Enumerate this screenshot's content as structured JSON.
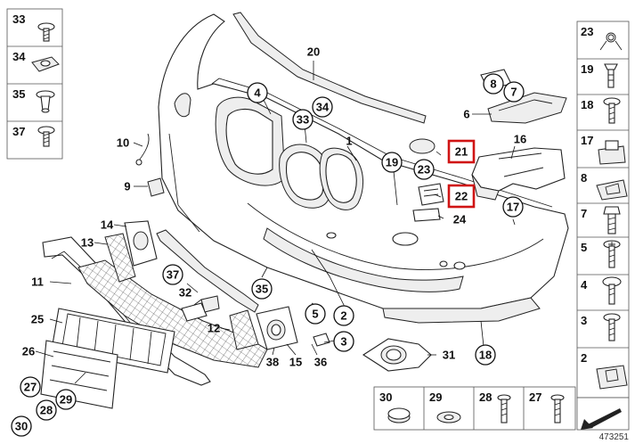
{
  "diagram": {
    "catalog_number": "473251",
    "callouts": [
      {
        "id": "c1",
        "text": "1",
        "circled": false,
        "highlight": false
      },
      {
        "id": "c2",
        "text": "2",
        "circled": true,
        "highlight": false
      },
      {
        "id": "c3",
        "text": "3",
        "circled": true,
        "highlight": false
      },
      {
        "id": "c4",
        "text": "4",
        "circled": true,
        "highlight": false
      },
      {
        "id": "c5",
        "text": "5",
        "circled": true,
        "highlight": false
      },
      {
        "id": "c6",
        "text": "6",
        "circled": false,
        "highlight": false
      },
      {
        "id": "c7",
        "text": "7",
        "circled": true,
        "highlight": false
      },
      {
        "id": "c8",
        "text": "8",
        "circled": true,
        "highlight": false
      },
      {
        "id": "c9",
        "text": "9",
        "circled": false,
        "highlight": false
      },
      {
        "id": "c10",
        "text": "10",
        "circled": false,
        "highlight": false
      },
      {
        "id": "c11",
        "text": "11",
        "circled": false,
        "highlight": false
      },
      {
        "id": "c12",
        "text": "12",
        "circled": false,
        "highlight": false
      },
      {
        "id": "c13",
        "text": "13",
        "circled": false,
        "highlight": false
      },
      {
        "id": "c14",
        "text": "14",
        "circled": false,
        "highlight": false
      },
      {
        "id": "c15",
        "text": "15",
        "circled": false,
        "highlight": false
      },
      {
        "id": "c16",
        "text": "16",
        "circled": false,
        "highlight": false
      },
      {
        "id": "c17",
        "text": "17",
        "circled": true,
        "highlight": false
      },
      {
        "id": "c18",
        "text": "18",
        "circled": true,
        "highlight": false
      },
      {
        "id": "c19",
        "text": "19",
        "circled": true,
        "highlight": false
      },
      {
        "id": "c20",
        "text": "20",
        "circled": false,
        "highlight": false
      },
      {
        "id": "c21",
        "text": "21",
        "circled": false,
        "highlight": true
      },
      {
        "id": "c22",
        "text": "22",
        "circled": false,
        "highlight": true
      },
      {
        "id": "c23",
        "text": "23",
        "circled": true,
        "highlight": false
      },
      {
        "id": "c24",
        "text": "24",
        "circled": false,
        "highlight": false
      },
      {
        "id": "c25",
        "text": "25",
        "circled": false,
        "highlight": false
      },
      {
        "id": "c26",
        "text": "26",
        "circled": false,
        "highlight": false
      },
      {
        "id": "c27",
        "text": "27",
        "circled": true,
        "highlight": false
      },
      {
        "id": "c28",
        "text": "28",
        "circled": true,
        "highlight": false
      },
      {
        "id": "c29",
        "text": "29",
        "circled": true,
        "highlight": false
      },
      {
        "id": "c30",
        "text": "30",
        "circled": true,
        "highlight": false
      },
      {
        "id": "c31",
        "text": "31",
        "circled": false,
        "highlight": false
      },
      {
        "id": "c32",
        "text": "32",
        "circled": false,
        "highlight": false
      },
      {
        "id": "c33",
        "text": "33",
        "circled": true,
        "highlight": false
      },
      {
        "id": "c34",
        "text": "34",
        "circled": true,
        "highlight": false
      },
      {
        "id": "c35",
        "text": "35",
        "circled": true,
        "highlight": false
      },
      {
        "id": "c36",
        "text": "36",
        "circled": false,
        "highlight": false
      },
      {
        "id": "c37",
        "text": "37",
        "circled": true,
        "highlight": false
      },
      {
        "id": "c38",
        "text": "38",
        "circled": false,
        "highlight": false
      }
    ],
    "left_panel": [
      "33",
      "34",
      "35",
      "37"
    ],
    "right_panel": [
      "23",
      "19",
      "18",
      "17",
      "8",
      "7",
      "5",
      "4",
      "3",
      "2"
    ],
    "bottom_panel": [
      "30",
      "29",
      "28",
      "27"
    ]
  }
}
